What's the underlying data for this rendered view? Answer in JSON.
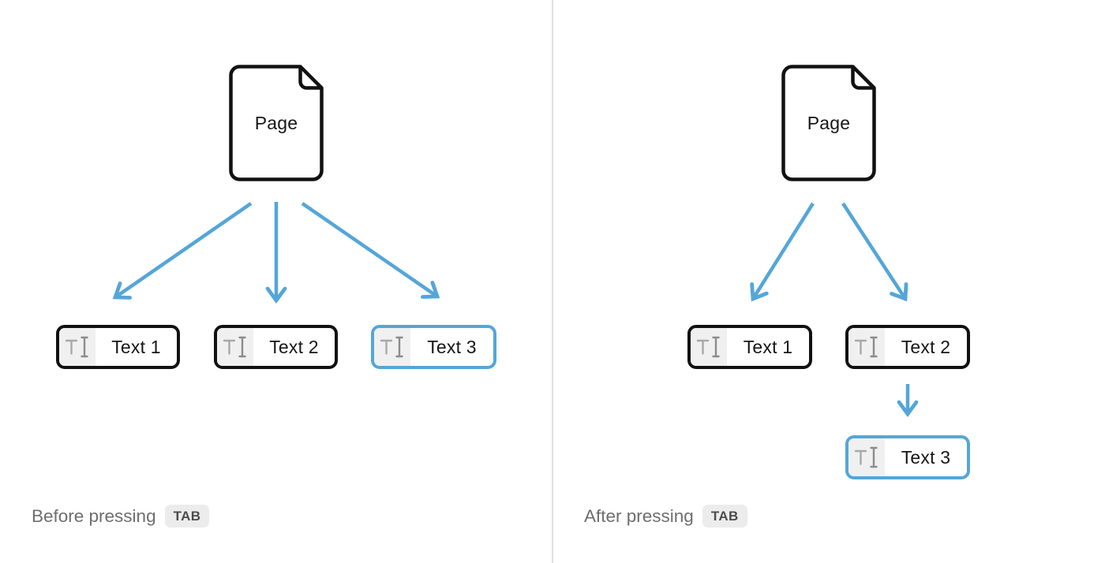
{
  "colors": {
    "accent_blue": "#54a6d8",
    "node_border": "#111111",
    "node_label": "#161616",
    "icon_gray": "#a8a8a8",
    "icon_gray_dark": "#8c8c8c",
    "icon_bg": "#f0f0f0",
    "caption_text": "#6e6e6e",
    "badge_bg": "#ececec",
    "badge_text": "#4c4c4c",
    "divider": "#e1e1e1",
    "background": "#ffffff"
  },
  "panels": [
    {
      "name": "before",
      "caption": "Before pressing",
      "key": "TAB",
      "page_label": "Page",
      "nodes": [
        {
          "label": "Text 1",
          "highlighted": false
        },
        {
          "label": "Text 2",
          "highlighted": false
        },
        {
          "label": "Text 3",
          "highlighted": true
        }
      ],
      "edges": [
        "Page → Text 1",
        "Page → Text 2",
        "Page → Text 3"
      ]
    },
    {
      "name": "after",
      "caption": "After pressing",
      "key": "TAB",
      "page_label": "Page",
      "nodes": [
        {
          "label": "Text 1",
          "highlighted": false
        },
        {
          "label": "Text 2",
          "highlighted": false
        },
        {
          "label": "Text 3",
          "highlighted": true
        }
      ],
      "edges": [
        "Page → Text 1",
        "Page → Text 2",
        "Text 2 → Text 3"
      ]
    }
  ]
}
